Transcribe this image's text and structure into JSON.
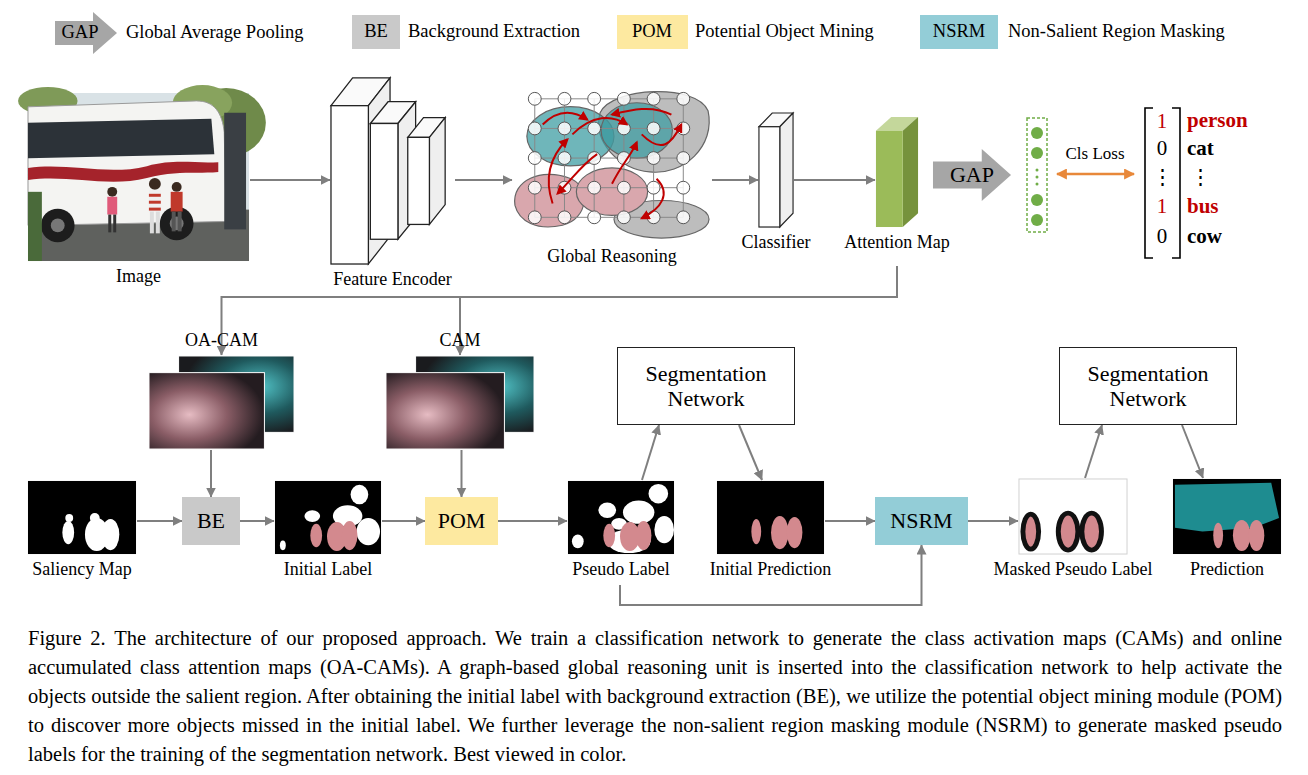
{
  "diagram": {
    "caption": "Figure 2. The architecture of our proposed approach. We train a classification network to generate the class activation maps (CAMs) and online accumulated class attention maps (OA-CAMs). A graph-based global reasoning unit is inserted into the classification network to help activate the objects outside the salient region. After obtaining the initial label with background extraction (BE), we utilize the potential object mining module (POM) to discover more objects missed in the initial label. We further leverage the non-salient region masking module (NSRM) to generate masked pseudo labels for the training of the segmentation network. Best viewed in color.",
    "nodes": [
      {
        "text": [
          "Image"
        ]
      },
      {
        "text": [
          "Feature Encoder"
        ]
      },
      {
        "text": [
          "Global Reasoning"
        ]
      },
      {
        "text": [
          "Classifier"
        ]
      },
      {
        "text": [
          "Attention Map"
        ]
      },
      {
        "text": [
          "GAP"
        ]
      },
      {
        "text": [
          "OA-CAM"
        ]
      },
      {
        "text": [
          "CAM"
        ]
      },
      {
        "text": [
          "Saliency Map"
        ]
      },
      {
        "text": [
          "BE"
        ]
      },
      {
        "text": [
          "Initial Label"
        ]
      },
      {
        "text": [
          "POM"
        ]
      },
      {
        "text": [
          "Pseudo Label"
        ]
      },
      {
        "text": [
          "Segmentation Network"
        ]
      },
      {
        "text": [
          "Initial Prediction"
        ]
      },
      {
        "text": [
          "NSRM"
        ]
      },
      {
        "text": [
          "Masked Pseudo Label"
        ]
      },
      {
        "text": [
          "Segmentation Network"
        ]
      },
      {
        "text": [
          "Prediction"
        ]
      }
    ],
    "edges": [
      {
        "from": 0,
        "to": 1,
        "arrow": "to"
      },
      {
        "from": 1,
        "to": 2,
        "arrow": "to"
      },
      {
        "from": 2,
        "to": 3,
        "arrow": "to"
      },
      {
        "from": 3,
        "to": 4,
        "arrow": "to"
      },
      {
        "from": 4,
        "to": 6,
        "arrow": "to"
      },
      {
        "from": 4,
        "to": 7,
        "arrow": "to"
      },
      {
        "from": 6,
        "to": 9,
        "arrow": "to"
      },
      {
        "from": 8,
        "to": 9,
        "arrow": "to"
      },
      {
        "from": 9,
        "to": 10,
        "arrow": "to"
      },
      {
        "from": 10,
        "to": 11,
        "arrow": "to"
      },
      {
        "from": 7,
        "to": 11,
        "arrow": "to"
      },
      {
        "from": 11,
        "to": 12,
        "arrow": "to"
      },
      {
        "from": 12,
        "to": 13,
        "arrow": "to"
      },
      {
        "from": 13,
        "to": 14,
        "arrow": "to"
      },
      {
        "from": 14,
        "to": 15,
        "arrow": "to"
      },
      {
        "from": 12,
        "to": 15,
        "arrow": "to"
      },
      {
        "from": 15,
        "to": 16,
        "arrow": "to"
      },
      {
        "from": 16,
        "to": 17,
        "arrow": "to"
      },
      {
        "from": 17,
        "to": 18,
        "arrow": "to"
      }
    ],
    "labels": [
      "GAP",
      "BE",
      "POM",
      "NSRM",
      "Cls Loss",
      "1",
      "person",
      "0",
      "cat",
      "⋮",
      "⋮",
      "1",
      "bus",
      "0",
      "cow"
    ],
    "legend": [
      {
        "text": "Global Average Pooling",
        "color": "#a6a6a6"
      },
      {
        "text": "Background Extraction",
        "color": "#c9c9c9"
      },
      {
        "text": "Potential Object Mining",
        "color": "#fde9a0"
      },
      {
        "text": "Non-Salient Region Masking",
        "color": "#93cdd7"
      }
    ]
  }
}
